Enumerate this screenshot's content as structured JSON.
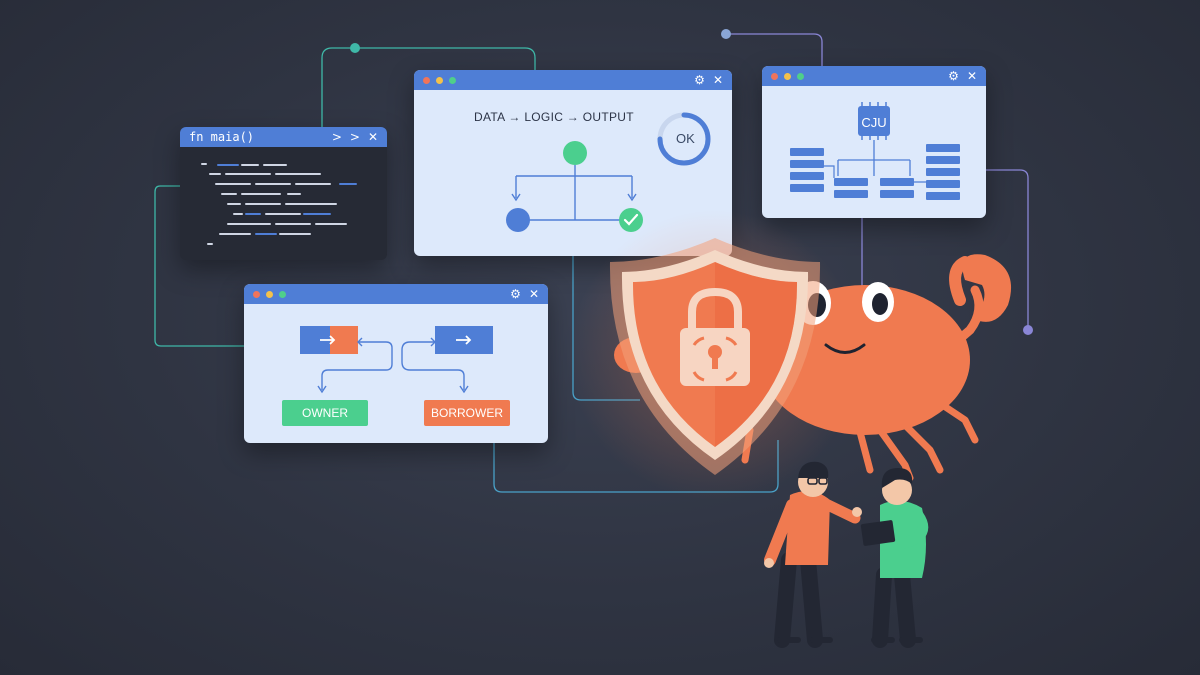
{
  "code_window": {
    "title": "fn maia()",
    "controls": [
      ">",
      ">",
      "✕"
    ]
  },
  "flow_window": {
    "flow_label": "DATA → LOGIC → OUTPUT",
    "status_label": "OK",
    "controls": [
      "⚙",
      "✕"
    ]
  },
  "server_window": {
    "chip_label": "CJU",
    "controls": [
      "⚙",
      "✕"
    ]
  },
  "ownership_window": {
    "owner_label": "OWNER",
    "borrower_label": "BORROWER",
    "controls": [
      "⚙",
      "✕"
    ]
  },
  "icons": [
    "lock-icon",
    "shield-icon",
    "crab-mascot",
    "check-icon",
    "cpu-icon",
    "tablet-icon"
  ],
  "colors": {
    "background": "#2f3442",
    "window_bar": "#4f7ed6",
    "window_body": "#dde9fb",
    "accent_orange": "#f07a50",
    "accent_green": "#4bcf8e",
    "node_blue": "#4f7ed6"
  }
}
